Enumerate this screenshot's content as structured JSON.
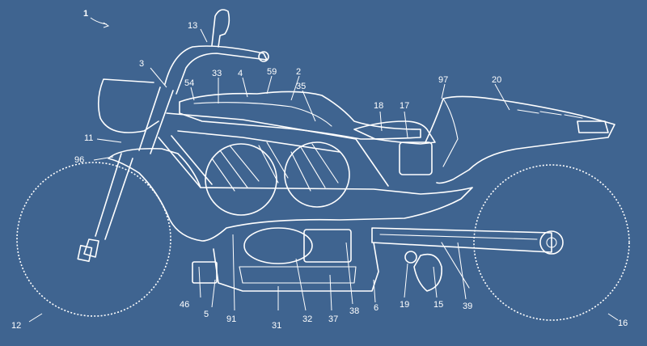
{
  "figure_label": "1",
  "reference_numerals": [
    {
      "id": "n1",
      "text": "1"
    },
    {
      "id": "n13",
      "text": "13"
    },
    {
      "id": "n3",
      "text": "3"
    },
    {
      "id": "n33",
      "text": "33"
    },
    {
      "id": "n4",
      "text": "4"
    },
    {
      "id": "n59",
      "text": "59"
    },
    {
      "id": "n2",
      "text": "2"
    },
    {
      "id": "n54",
      "text": "54"
    },
    {
      "id": "n35",
      "text": "35"
    },
    {
      "id": "n97",
      "text": "97"
    },
    {
      "id": "n20",
      "text": "20"
    },
    {
      "id": "n18",
      "text": "18"
    },
    {
      "id": "n17",
      "text": "17"
    },
    {
      "id": "n11",
      "text": "11"
    },
    {
      "id": "n96",
      "text": "96"
    },
    {
      "id": "n12",
      "text": "12"
    },
    {
      "id": "n46",
      "text": "46"
    },
    {
      "id": "n5",
      "text": "5"
    },
    {
      "id": "n91",
      "text": "91"
    },
    {
      "id": "n31",
      "text": "31"
    },
    {
      "id": "n32",
      "text": "32"
    },
    {
      "id": "n37",
      "text": "37"
    },
    {
      "id": "n38",
      "text": "38"
    },
    {
      "id": "n6",
      "text": "6"
    },
    {
      "id": "n19",
      "text": "19"
    },
    {
      "id": "n15",
      "text": "15"
    },
    {
      "id": "n39",
      "text": "39"
    },
    {
      "id": "n16",
      "text": "16"
    }
  ]
}
